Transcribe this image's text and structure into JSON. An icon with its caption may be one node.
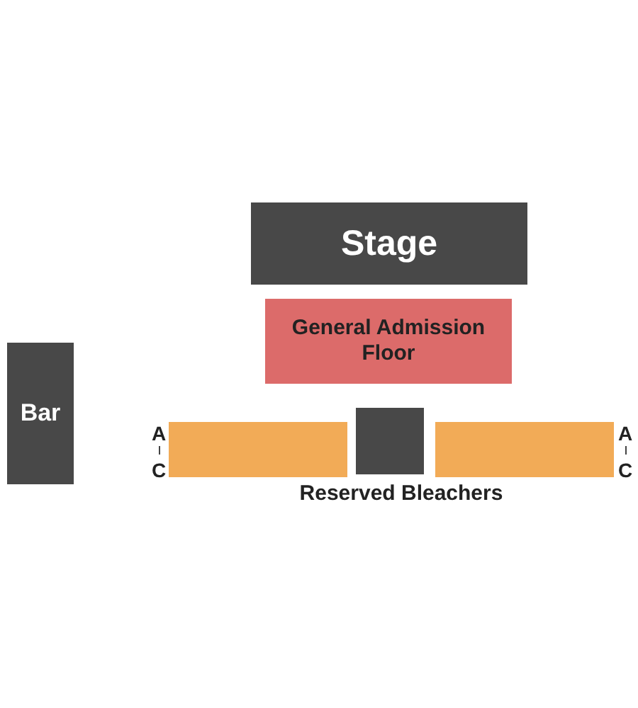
{
  "diagram": {
    "nodes": [
      {
        "text": [
          "Stage"
        ]
      },
      {
        "text": [
          "General Admission Floor"
        ]
      },
      {
        "text": [
          "Bar"
        ]
      },
      {
        "text": [],
        "shape": "bar",
        "beside": [
          "A",
          "C"
        ]
      },
      {
        "text": [],
        "shape": "box"
      },
      {
        "text": [],
        "shape": "bar",
        "beside": [
          "A",
          "C"
        ]
      }
    ],
    "edges": [],
    "labels": [
      "Reserved Bleachers"
    ]
  }
}
